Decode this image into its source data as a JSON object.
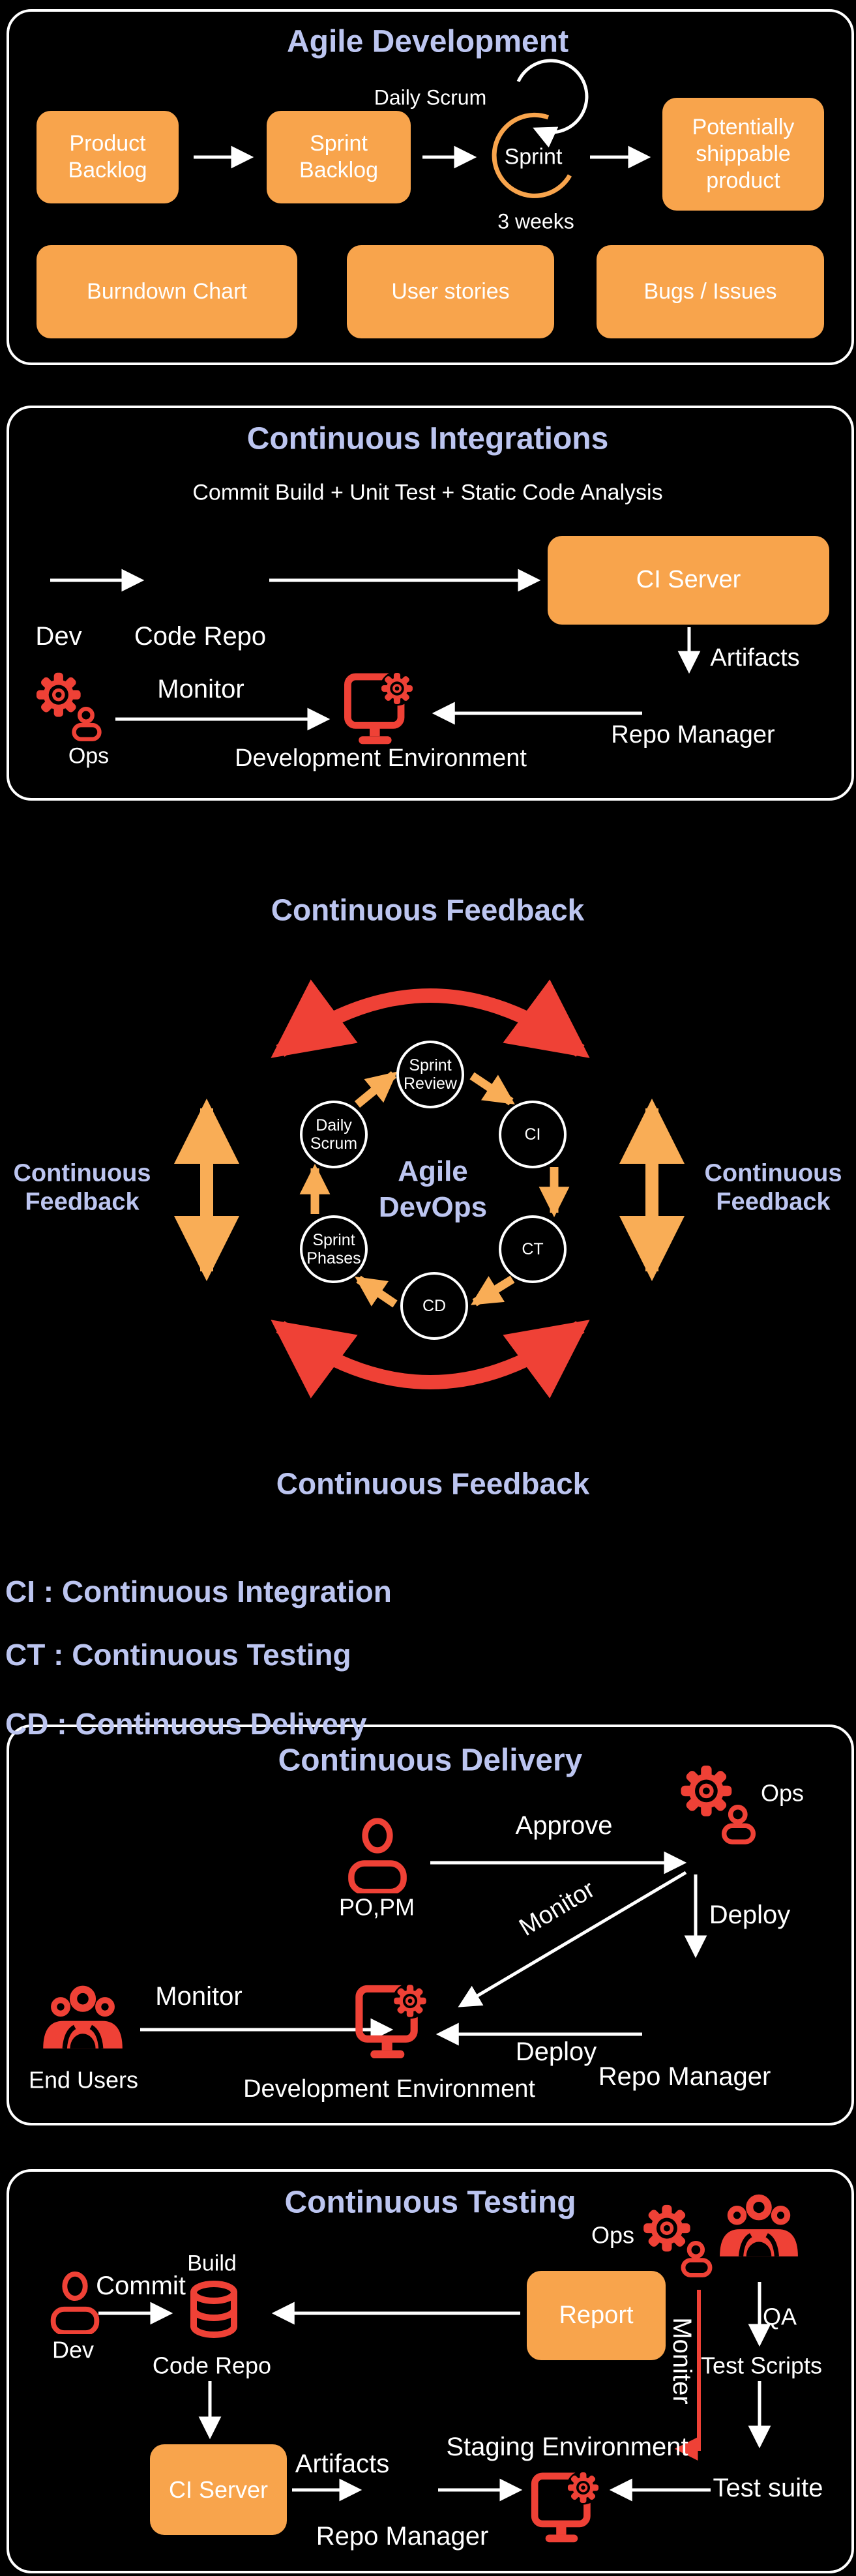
{
  "colors": {
    "background": "#000000",
    "orange_box": "#F8A44C",
    "orange_arrow": "#F9AD56",
    "red": "#EF4136",
    "lavender_heading": "#BCC5F0",
    "text": "#FFFFFF"
  },
  "icons": {
    "gear-icon": "settings gear (red)",
    "person-icon": "single person outline (red)",
    "group-icon": "group of three people (red)",
    "monitor-gear-icon": "computer monitor with gear (red)",
    "database-icon": "stacked database cylinders (red)",
    "loop-arrow-icon": "circular loop arrow (white)"
  },
  "agile": {
    "title": "Agile Development",
    "daily_scrum": "Daily Scrum",
    "sprint": "Sprint",
    "three_weeks": "3 weeks",
    "boxes": {
      "product_backlog": "Product Backlog",
      "sprint_backlog": "Sprint Backlog",
      "potentially": "Potentially shippable product",
      "burndown": "Burndown Chart",
      "user_stories": "User stories",
      "bugs": "Bugs / Issues"
    }
  },
  "ci": {
    "title": "Continuous Integrations",
    "subtitle": "Commit Build + Unit Test + Static Code Analysis",
    "dev": "Dev",
    "code_repo": "Code Repo",
    "ci_server": "CI Server",
    "artifacts": "Artifacts",
    "ops": "Ops",
    "monitor": "Monitor",
    "dev_env": "Development Environment",
    "repo_manager": "Repo Manager"
  },
  "cycle": {
    "feedback_top": "Continuous Feedback",
    "feedback_left": "Continuous Feedback",
    "feedback_right": "Continuous Feedback",
    "feedback_bottom": "Continuous Feedback",
    "center": "Agile DevOps",
    "nodes": [
      {
        "label": "Sprint Review"
      },
      {
        "label": "CI"
      },
      {
        "label": "CT"
      },
      {
        "label": "CD"
      },
      {
        "label": "Sprint Phases"
      },
      {
        "label": "Daily Scrum"
      }
    ]
  },
  "legend": {
    "ci": "CI : Continuous Integration",
    "ct": "CT : Continuous Testing",
    "cd": "CD : Continuous Delivery"
  },
  "cd": {
    "title": "Continuous Delivery",
    "po_pm": "PO,PM",
    "approve": "Approve",
    "ops": "Ops",
    "deploy_down": "Deploy",
    "monitor_diagonal": "Monitor",
    "end_users": "End Users",
    "monitor": "Monitor",
    "dev_env": "Development Environment",
    "deploy": "Deploy",
    "repo_manager": "Repo Manager"
  },
  "ct": {
    "title": "Continuous Testing",
    "ops": "Ops",
    "dev": "Dev",
    "commit": "Commit",
    "build": "Build",
    "code_repo": "Code Repo",
    "report": "Report",
    "moniter": "Moniter",
    "qa": "QA",
    "test_scripts": "Test Scripts",
    "ci_server": "CI Server",
    "artifacts": "Artifacts",
    "repo_manager": "Repo Manager",
    "staging": "Staging Environment",
    "test_suite": "Test suite"
  }
}
